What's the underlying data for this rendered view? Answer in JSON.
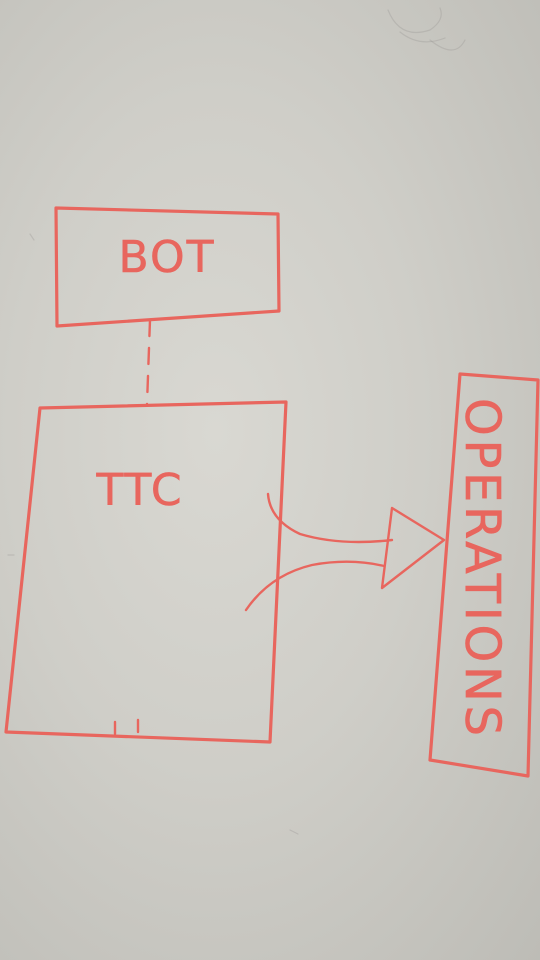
{
  "diagram": {
    "nodes": [
      {
        "id": "bot",
        "label": "BOT"
      },
      {
        "id": "ttc",
        "label": "TTC"
      },
      {
        "id": "operations",
        "label": "OPERATIONS"
      }
    ],
    "edges": [
      {
        "from": "bot",
        "to": "ttc",
        "style": "dashed"
      },
      {
        "from": "ttc",
        "to": "operations",
        "style": "arrow"
      }
    ],
    "colors": {
      "marker": "#e8665e",
      "board": "#d6d5cf"
    }
  }
}
